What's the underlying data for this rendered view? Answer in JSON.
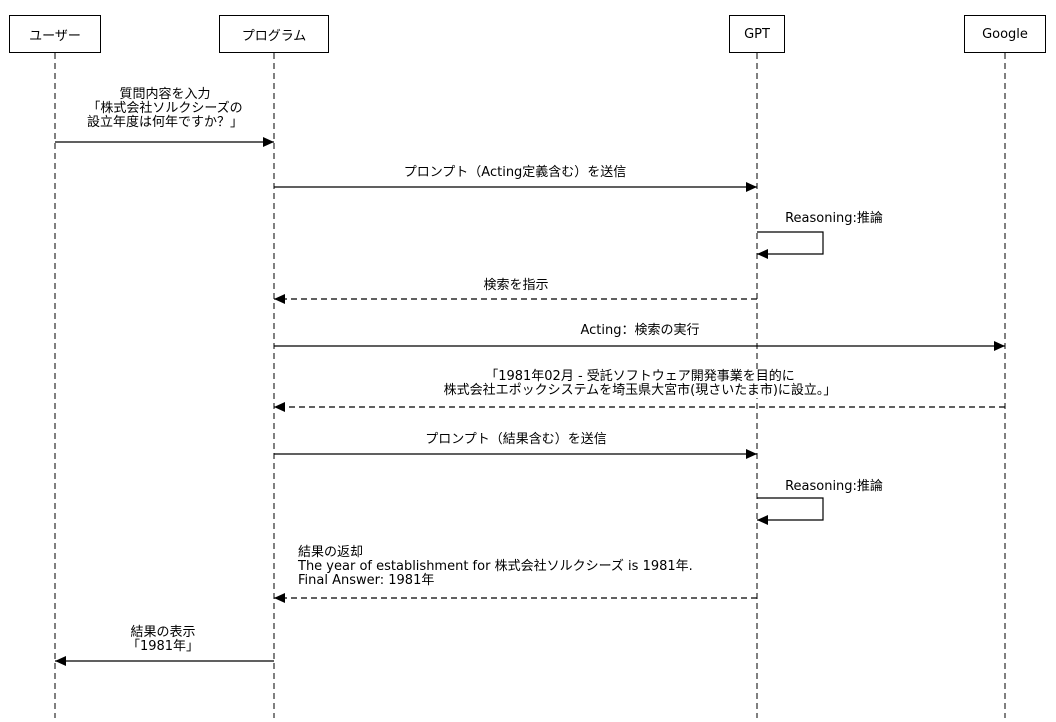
{
  "participants": [
    {
      "id": "user",
      "label": "ユーザー"
    },
    {
      "id": "program",
      "label": "プログラム"
    },
    {
      "id": "gpt",
      "label": "GPT"
    },
    {
      "id": "google",
      "label": "Google"
    }
  ],
  "messages": [
    {
      "id": "msg-input-question",
      "from": "user",
      "to": "program",
      "style": "solid",
      "label": "質問内容を入力\n「株式会社ソルクシーズの\n設立年度は何年ですか？」"
    },
    {
      "id": "msg-send-prompt",
      "from": "program",
      "to": "gpt",
      "style": "solid",
      "label": "プロンプト（Acting定義含む）を送信"
    },
    {
      "id": "msg-reasoning-1",
      "from": "gpt",
      "to": "gpt",
      "style": "self",
      "label": "Reasoning:推論"
    },
    {
      "id": "msg-search-instruction",
      "from": "gpt",
      "to": "program",
      "style": "dashed",
      "label": "検索を指示"
    },
    {
      "id": "msg-acting-search",
      "from": "program",
      "to": "google",
      "style": "solid",
      "label": "Acting：検索の実行"
    },
    {
      "id": "msg-search-result",
      "from": "google",
      "to": "program",
      "style": "dashed",
      "label": "「1981年02月 - 受託ソフトウェア開発事業を目的に\n株式会社エポックシステムを埼玉県大宮市(現さいたま市)に設立。」"
    },
    {
      "id": "msg-send-prompt-result",
      "from": "program",
      "to": "gpt",
      "style": "solid",
      "label": "プロンプト（結果含む）を送信"
    },
    {
      "id": "msg-reasoning-2",
      "from": "gpt",
      "to": "gpt",
      "style": "self",
      "label": "Reasoning:推論"
    },
    {
      "id": "msg-return-result",
      "from": "gpt",
      "to": "program",
      "style": "dashed",
      "label": "結果の返却\nThe year of establishment for 株式会社ソルクシーズ is 1981年.\nFinal Answer: 1981年"
    },
    {
      "id": "msg-display-result",
      "from": "program",
      "to": "user",
      "style": "solid",
      "label": "結果の表示\n「1981年」"
    }
  ]
}
